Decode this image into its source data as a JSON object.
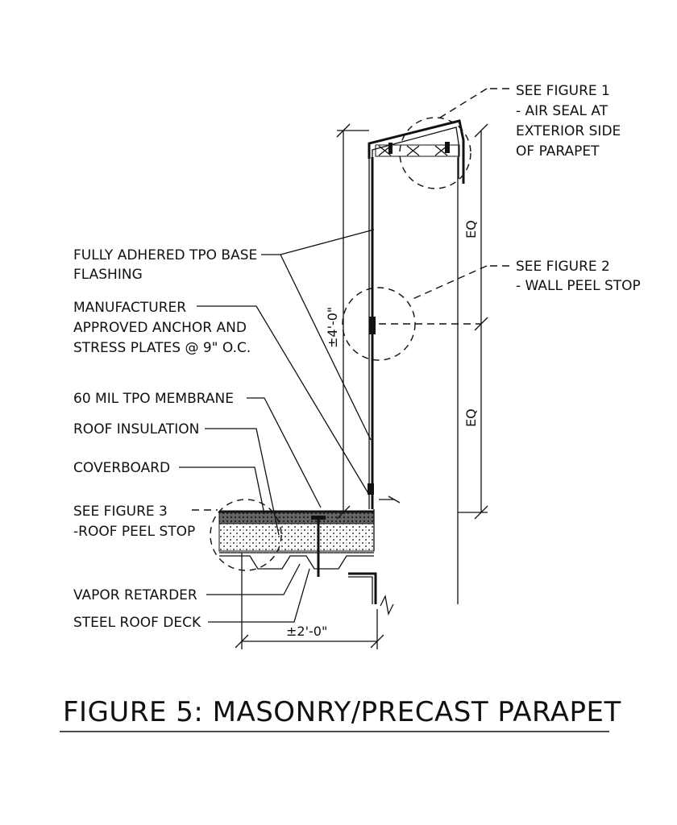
{
  "callouts": {
    "figure1": [
      "SEE FIGURE 1",
      "- AIR SEAL AT",
      "EXTERIOR SIDE",
      "OF PARAPET"
    ],
    "figure2": [
      "SEE FIGURE 2",
      "- WALL PEEL STOP"
    ],
    "figure3": [
      "SEE FIGURE 3",
      "-ROOF PEEL STOP"
    ]
  },
  "labels": {
    "base_flashing": [
      "FULLY ADHERED TPO BASE",
      "FLASHING"
    ],
    "anchor": [
      "MANUFACTURER",
      "APPROVED ANCHOR AND",
      "STRESS PLATES @ 9\" O.C."
    ],
    "membrane": "60 MIL TPO MEMBRANE",
    "insulation": "ROOF INSULATION",
    "coverboard": "COVERBOARD",
    "vapor": "VAPOR RETARDER",
    "deck": "STEEL ROOF DECK"
  },
  "dimensions": {
    "height": "±4'-0\"",
    "width": "±2'-0\"",
    "eq_upper": "EQ",
    "eq_lower": "EQ"
  },
  "title": "FIGURE 5: MASONRY/PRECAST PARAPET"
}
